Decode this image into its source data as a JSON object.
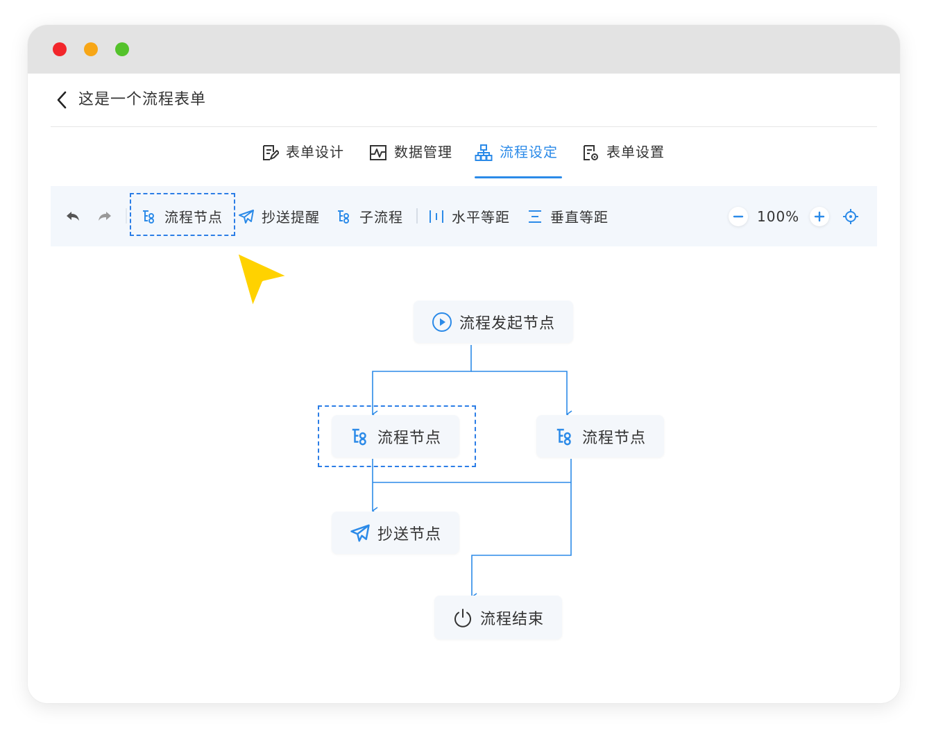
{
  "window": {
    "controls": [
      "close",
      "minimize",
      "maximize"
    ]
  },
  "header": {
    "back_icon": "chevron-left-icon",
    "title": "这是一个流程表单"
  },
  "tabs": [
    {
      "label": "表单设计",
      "icon": "form-edit-icon",
      "active": false
    },
    {
      "label": "数据管理",
      "icon": "data-chart-icon",
      "active": false
    },
    {
      "label": "流程设定",
      "icon": "org-chart-icon",
      "active": true
    },
    {
      "label": "表单设置",
      "icon": "form-settings-icon",
      "active": false
    }
  ],
  "toolbar": {
    "undo_icon": "undo-icon",
    "redo_icon": "redo-icon",
    "items": [
      {
        "label": "流程节点",
        "icon": "flow-node-icon"
      },
      {
        "label": "抄送提醒",
        "icon": "send-icon"
      },
      {
        "label": "子流程",
        "icon": "flow-node-icon"
      },
      {
        "label": "水平等距",
        "icon": "horizontal-distribute-icon"
      },
      {
        "label": "垂直等距",
        "icon": "vertical-distribute-icon"
      }
    ],
    "zoom": {
      "value": "100%",
      "zoom_out_icon": "minus-icon",
      "zoom_in_icon": "plus-icon",
      "locate_icon": "crosshair-icon"
    }
  },
  "flow": {
    "nodes": {
      "start": {
        "label": "流程发起节点",
        "icon": "play-circle-icon"
      },
      "node_left": {
        "label": "流程节点",
        "icon": "flow-node-icon"
      },
      "node_right": {
        "label": "流程节点",
        "icon": "flow-node-icon"
      },
      "cc": {
        "label": "抄送节点",
        "icon": "send-icon"
      },
      "end": {
        "label": "流程结束",
        "icon": "power-icon"
      }
    }
  },
  "colors": {
    "accent": "#2b8ae8",
    "cursor": "#ffd200",
    "toolbar_bg": "#f3f7fc",
    "node_bg": "#f4f7fb"
  }
}
